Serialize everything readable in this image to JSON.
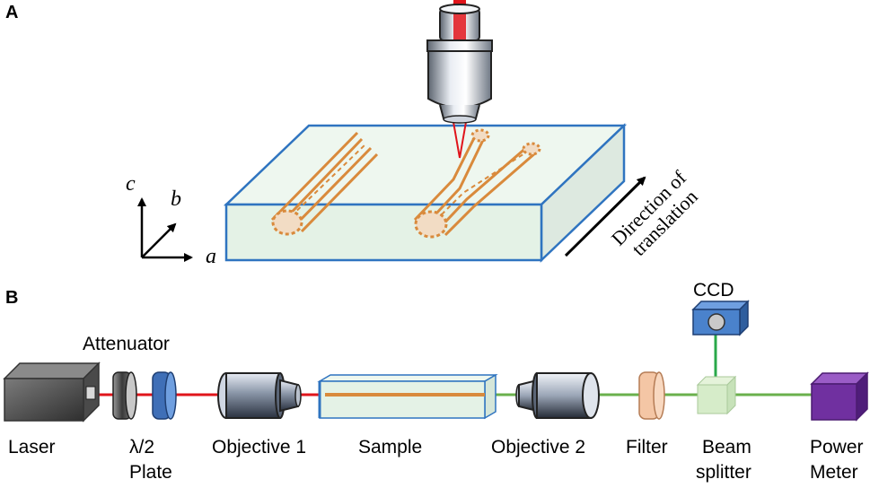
{
  "panel_a": {
    "label": "A",
    "axes": {
      "c": "c",
      "b": "b",
      "a": "a"
    },
    "direction_line1": "Direction of",
    "direction_line2": "translation"
  },
  "panel_b": {
    "label": "B",
    "components": {
      "attenuator": "Attenuator",
      "ccd": "CCD",
      "laser": "Laser",
      "half_wave_line1": "λ/2",
      "half_wave_line2": "Plate",
      "objective1": "Objective 1",
      "sample": "Sample",
      "objective2": "Objective 2",
      "filter": "Filter",
      "beam_splitter_line1": "Beam",
      "beam_splitter_line2": "splitter",
      "power_meter_line1": "Power",
      "power_meter_line2": "Meter"
    }
  },
  "colors": {
    "laser_beam": "#e0141b",
    "output_beam": "#6ab04c",
    "ccd_line": "#2aa84a",
    "waveguide": "#d98a3c",
    "glass_edge": "#2f74c0",
    "glass_fill": "#e4f2e6",
    "power_meter": "#7030a0"
  }
}
